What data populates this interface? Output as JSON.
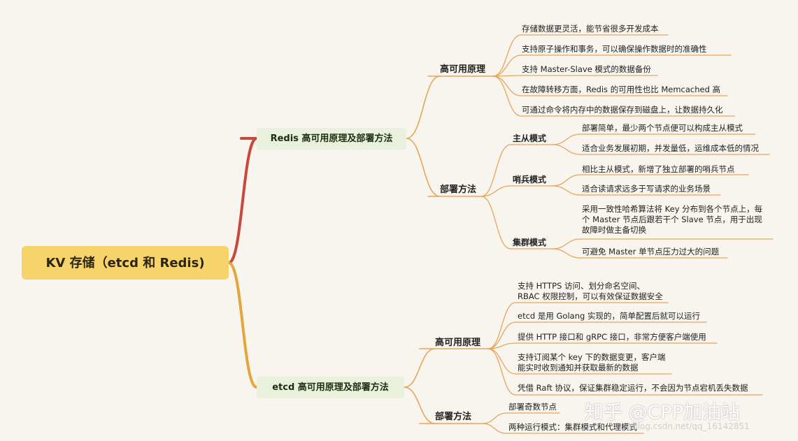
{
  "colors": {
    "root_bg": "#f6d46a",
    "branch_bg": "#e9f0dc",
    "redis_branch_line": "#c9483a",
    "etcd_branch_line": "#e5a53c",
    "sub_line": "#e7a45a"
  },
  "root": {
    "label": "KV 存储（etcd 和 Redis)"
  },
  "redis": {
    "label": "Redis 高可用原理及部署方法",
    "ha": {
      "label": "高可用原理",
      "items": [
        "存储数据更灵活，能节省很多开发成本",
        "支持原子操作和事务，可以确保操作数据时的准确性",
        "支持 Master-Slave 模式的数据备份",
        "在故障转移方面，Redis 的可用性也比 Memcached 高",
        "可通过命令将内存中的数据保存到磁盘上，让数据持久化"
      ]
    },
    "deploy": {
      "label": "部署方法",
      "modes": [
        {
          "label": "主从模式",
          "items": [
            "部署简单，最少两个节点便可以构成主从模式",
            "适合业务发展初期，并发量低，运维成本低的情况"
          ]
        },
        {
          "label": "哨兵模式",
          "items": [
            "相比主从模式，新增了独立部署的哨兵节点",
            "适合读请求远多于写请求的业务场景"
          ]
        },
        {
          "label": "集群模式",
          "items": [
            "采用一致性哈希算法将 Key 分布到各个节点上，每\n个 Master 节点后跟若干个 Slave 节点，用于出现\n故障时做主备切换",
            "可避免 Master 单节点压力过大的问题"
          ]
        }
      ]
    }
  },
  "etcd": {
    "label": "etcd 高可用原理及部署方法",
    "ha": {
      "label": "高可用原理",
      "items": [
        "支持 HTTPS 访问、划分命名空间、\nRBAC 权限控制，可以有效保证数据安全",
        "etcd 是用 Golang 实现的，简单配置后就可以运行",
        "提供 HTTP 接口和 gRPC 接口，非常方便客户端使用",
        "支持订阅某个 key 下的数据变更，客户端\n能实时收到通知并获取最新的数据",
        "凭借 Raft 协议，保证集群稳定运行，不会因为节点宕机丢失数据"
      ]
    },
    "deploy": {
      "label": "部署方法",
      "items": [
        "部署奇数节点",
        "两种运行模式：集群模式和代理模式"
      ]
    }
  },
  "watermark": {
    "main": "知乎 @CPP加油站",
    "url": "//blog.csdn.net/qq_16142851"
  }
}
